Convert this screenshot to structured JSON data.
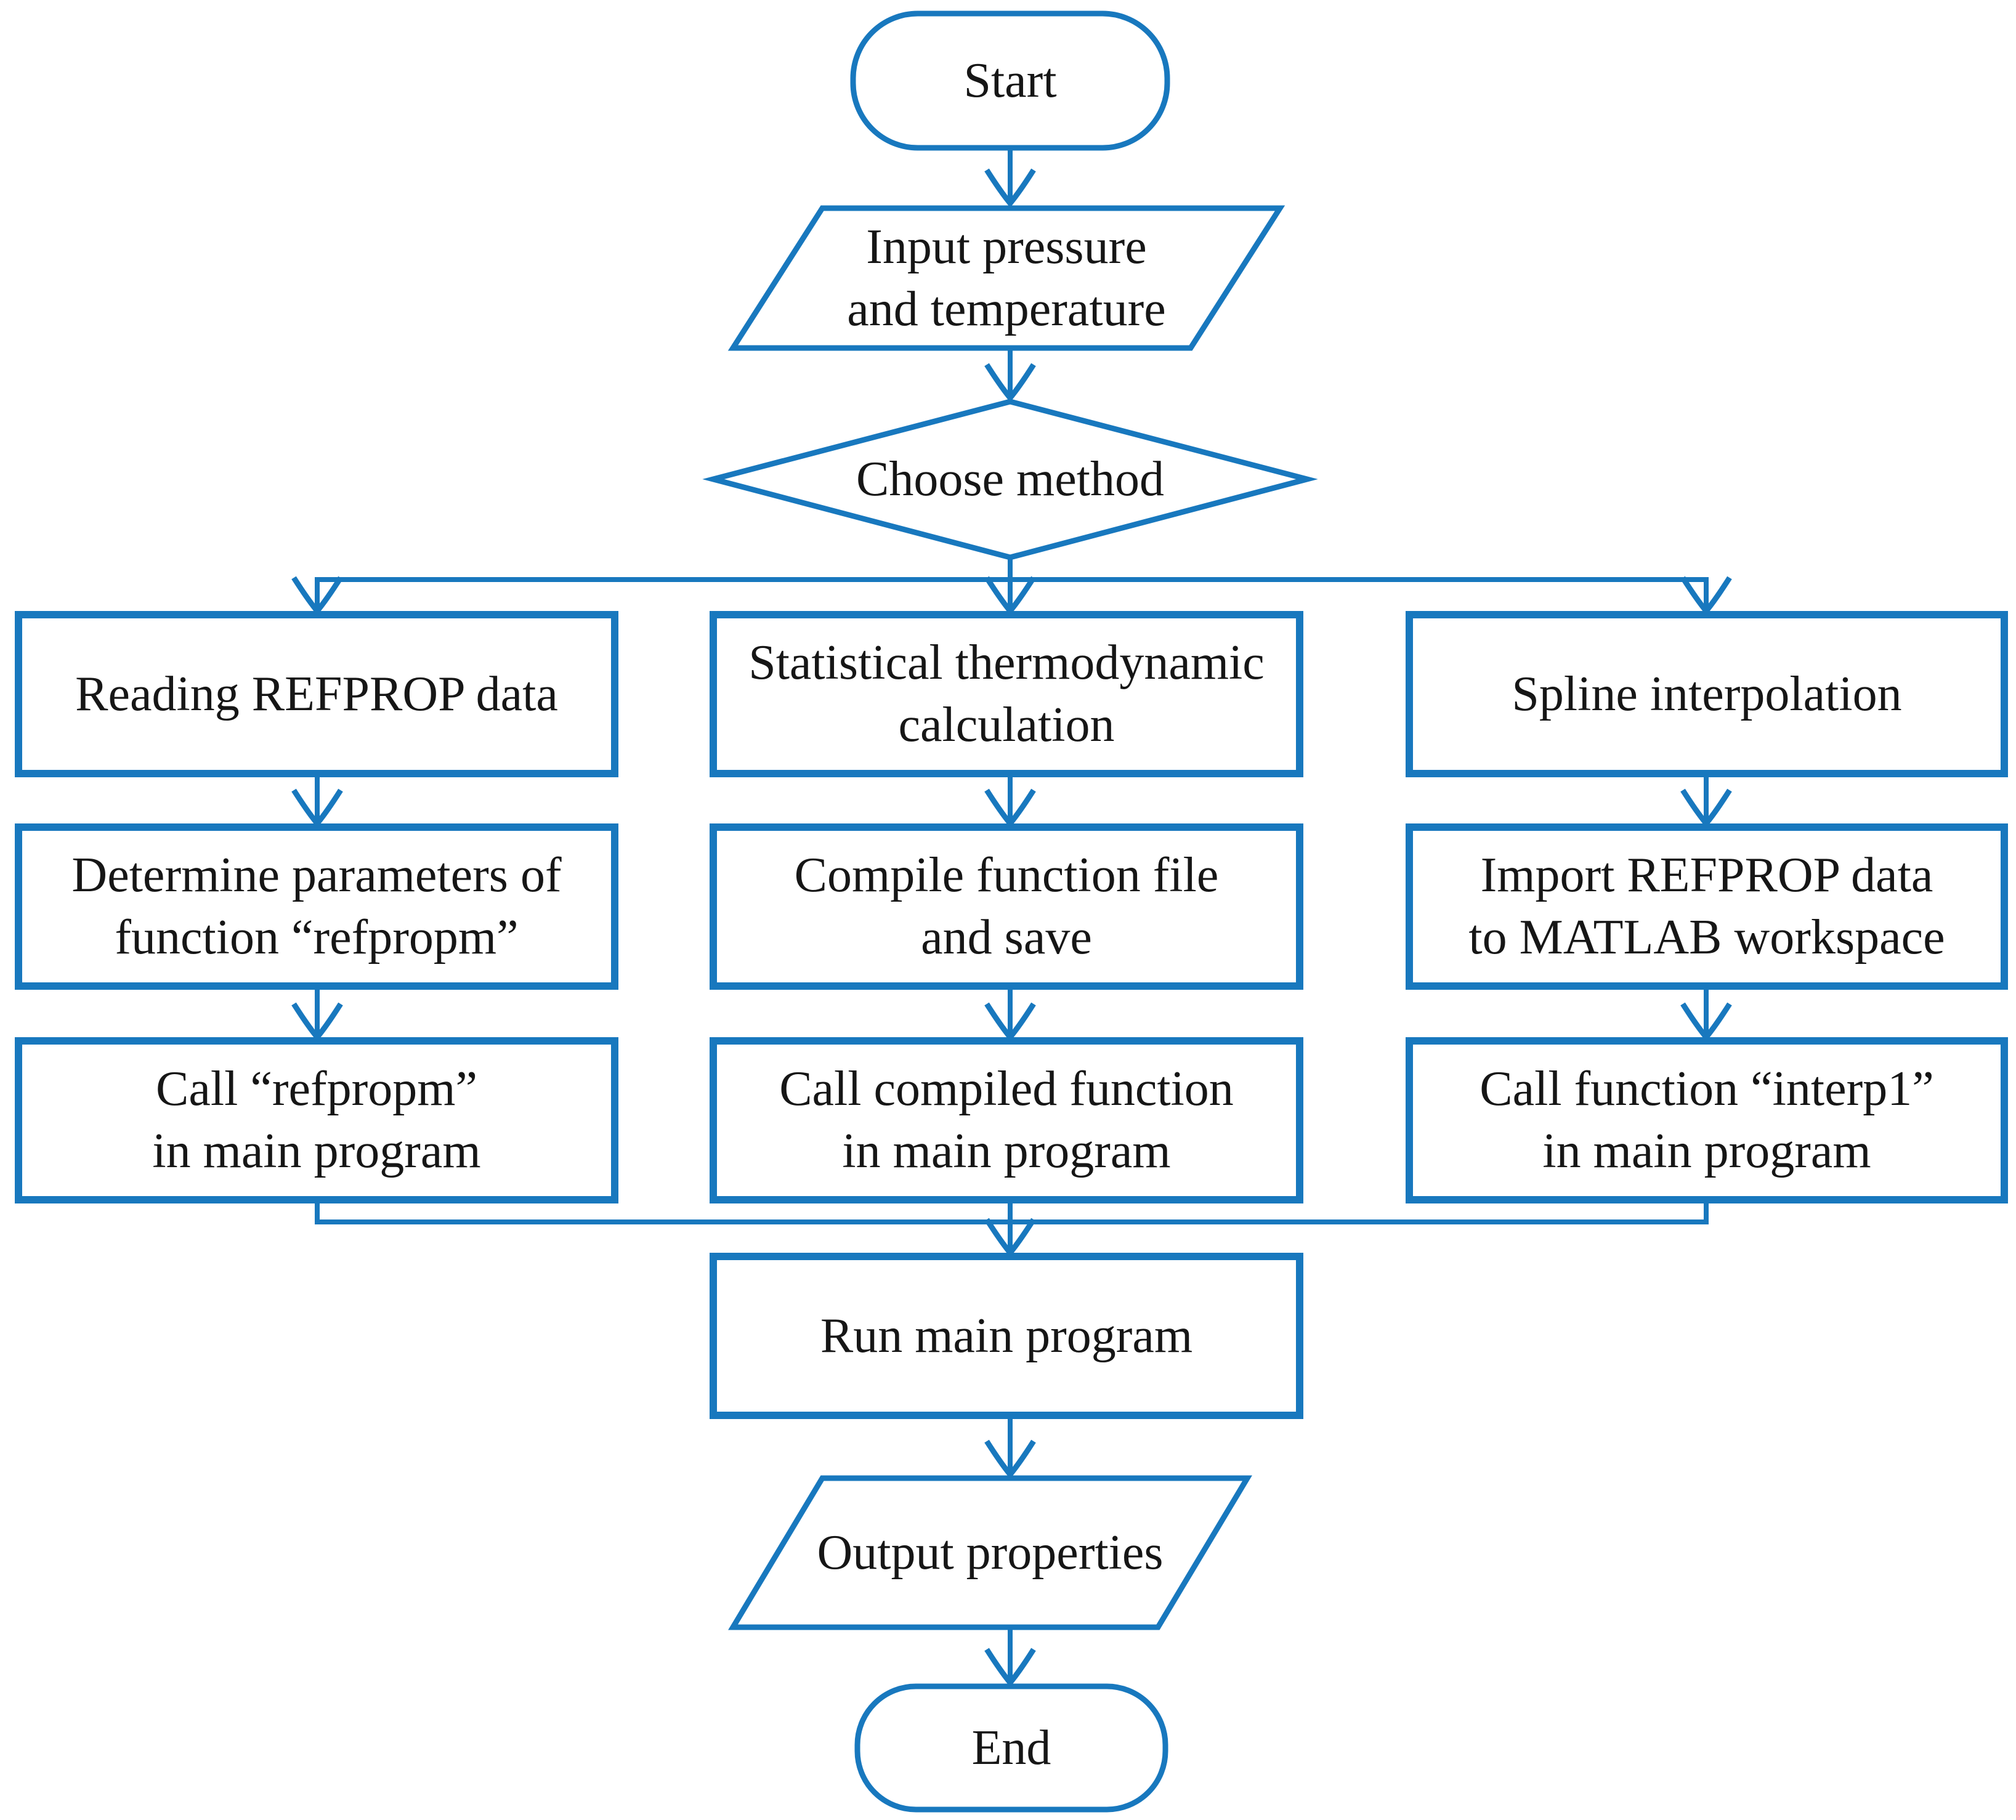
{
  "figure": {
    "type": "flowchart",
    "accent_color": "#1878be",
    "text_color": "#161616",
    "background_color": "#ffffff"
  },
  "nodes": {
    "start": {
      "shape": "terminator",
      "lines": [
        "Start"
      ]
    },
    "input": {
      "shape": "parallelogram",
      "lines": [
        "Input pressure",
        "and temperature"
      ]
    },
    "choose": {
      "shape": "decision",
      "lines": [
        "Choose method"
      ]
    },
    "read_refprop": {
      "shape": "process",
      "lines": [
        "Reading REFPROP data"
      ]
    },
    "stat_thermo": {
      "shape": "process",
      "lines": [
        "Statistical thermodynamic",
        "calculation"
      ]
    },
    "spline": {
      "shape": "process",
      "lines": [
        "Spline interpolation"
      ]
    },
    "determine_params": {
      "shape": "process",
      "lines": [
        "Determine parameters of",
        "function “refpropm”"
      ]
    },
    "compile_save": {
      "shape": "process",
      "lines": [
        "Compile function file",
        "and save"
      ]
    },
    "import_refprop": {
      "shape": "process",
      "lines": [
        "Import REFPROP data",
        "to MATLAB workspace"
      ]
    },
    "call_refpropm": {
      "shape": "process",
      "lines": [
        "Call “refpropm”",
        "in main program"
      ]
    },
    "call_compiled": {
      "shape": "process",
      "lines": [
        "Call compiled function",
        "in main program"
      ]
    },
    "call_interp1": {
      "shape": "process",
      "lines": [
        "Call function “interp1”",
        "in main program"
      ]
    },
    "run_main": {
      "shape": "process",
      "lines": [
        "Run main program"
      ]
    },
    "output": {
      "shape": "parallelogram",
      "lines": [
        "Output properties"
      ]
    },
    "end": {
      "shape": "terminator",
      "lines": [
        "End"
      ]
    }
  },
  "edges": [
    {
      "from": "start",
      "to": "input"
    },
    {
      "from": "input",
      "to": "choose"
    },
    {
      "from": "choose",
      "to": "read_refprop"
    },
    {
      "from": "choose",
      "to": "stat_thermo"
    },
    {
      "from": "choose",
      "to": "spline"
    },
    {
      "from": "read_refprop",
      "to": "determine_params"
    },
    {
      "from": "determine_params",
      "to": "call_refpropm"
    },
    {
      "from": "stat_thermo",
      "to": "compile_save"
    },
    {
      "from": "compile_save",
      "to": "call_compiled"
    },
    {
      "from": "spline",
      "to": "import_refprop"
    },
    {
      "from": "import_refprop",
      "to": "call_interp1"
    },
    {
      "from": "call_refpropm",
      "to": "run_main"
    },
    {
      "from": "call_compiled",
      "to": "run_main"
    },
    {
      "from": "call_interp1",
      "to": "run_main"
    },
    {
      "from": "run_main",
      "to": "output"
    },
    {
      "from": "output",
      "to": "end"
    }
  ]
}
